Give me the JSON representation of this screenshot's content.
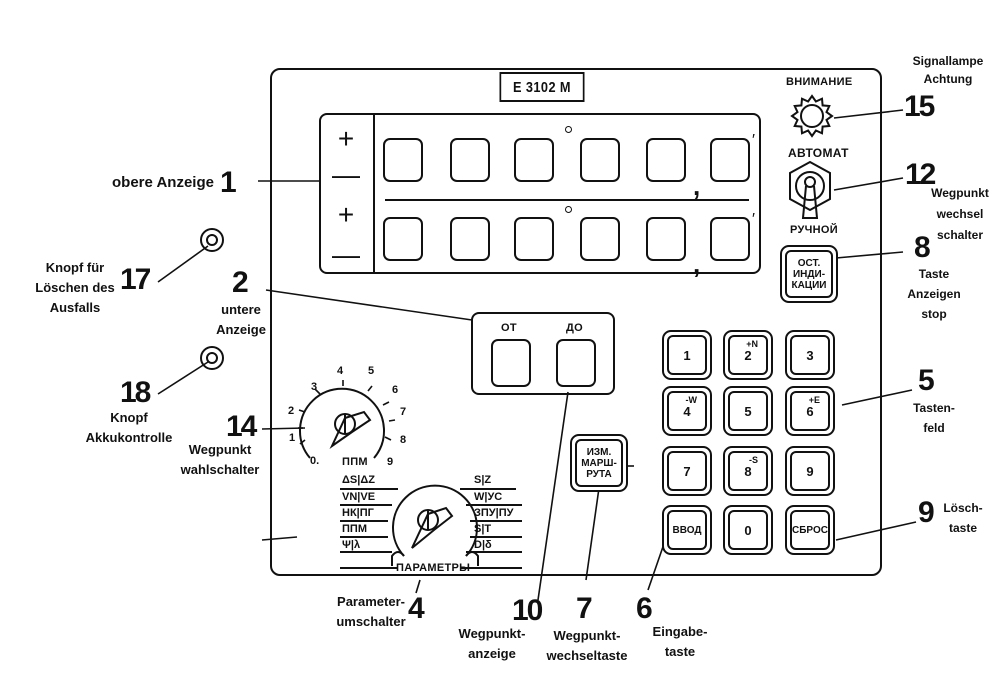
{
  "panel": {
    "model_plate": "E 3102 M",
    "upper_display": {
      "signs": [
        "+",
        "—"
      ],
      "digit_count": 6,
      "degree_mark": "°",
      "comma": ",",
      "minute_mark": "′"
    },
    "lower_display": {
      "signs": [
        "+",
        "—"
      ],
      "digit_count": 6,
      "degree_mark": "°",
      "comma": ",",
      "minute_mark": "′"
    },
    "warning_lamp_label": "ВНИМАНИЕ",
    "toggle_top_label": "АВТОМАТ",
    "toggle_bottom_label": "РУЧНОЙ",
    "stop_indication_button": [
      "ОСТ.",
      "ИНДИ-",
      "КАЦИИ"
    ],
    "waypoint_display": {
      "from_label": "ОТ",
      "to_label": "ДО"
    },
    "route_change_button": [
      "ИЗМ.",
      "МАРШ-",
      "РУТА"
    ],
    "waypoint_selector": {
      "ticks": [
        "0.",
        "1",
        "2",
        "3",
        "4",
        "5",
        "6",
        "7",
        "8",
        "9"
      ],
      "label": "ППМ"
    },
    "parameter_switch": {
      "label": "ПАРАМЕТРЫ",
      "left_positions": [
        "ΔS|ΔZ",
        "VN|VE",
        "НК|ПГ",
        "ППМ",
        "Ψ|λ"
      ],
      "right_positions": [
        "S|Z",
        "W|УС",
        "ЗПУ|ПУ",
        "S|T",
        "D|δ"
      ]
    },
    "keypad": {
      "keys": [
        {
          "label": "1",
          "sup": ""
        },
        {
          "label": "2",
          "sup": "+N"
        },
        {
          "label": "3",
          "sup": ""
        },
        {
          "label": "4",
          "sup": "-W"
        },
        {
          "label": "5",
          "sup": ""
        },
        {
          "label": "6",
          "sup": "+E"
        },
        {
          "label": "7",
          "sup": ""
        },
        {
          "label": "8",
          "sup": "-S"
        },
        {
          "label": "9",
          "sup": ""
        },
        {
          "label": "ВВОД",
          "sup": ""
        },
        {
          "label": "0",
          "sup": ""
        },
        {
          "label": "СБРОС",
          "sup": ""
        }
      ]
    }
  },
  "callouts": [
    {
      "number": "1",
      "text": "obere Anzeige"
    },
    {
      "number": "2",
      "text": "untere Anzeige"
    },
    {
      "number": "4",
      "text": "Parameter-umschalter"
    },
    {
      "number": "5",
      "text": "Tasten-feld"
    },
    {
      "number": "6",
      "text": "Eingabe-taste"
    },
    {
      "number": "7",
      "text": "Wegpunkt-wechseltaste"
    },
    {
      "number": "8",
      "text": "Taste Anzeigen stop"
    },
    {
      "number": "9",
      "text": "Lösch-taste"
    },
    {
      "number": "10",
      "text": "Wegpunkt-anzeige"
    },
    {
      "number": "12",
      "text": "Wegpunkt wechsel schalter"
    },
    {
      "number": "14",
      "text": "Wegpunkt wahlschalter"
    },
    {
      "number": "15",
      "text": "Signallampe Achtung"
    },
    {
      "number": "17",
      "text": "Knopf für Löschen des Ausfalls"
    },
    {
      "number": "18",
      "text": "Knopf Akkukontrolle"
    }
  ],
  "callout_lines": {
    "c1": [
      "obere Anzeige"
    ],
    "c2": [
      "untere",
      "Anzeige"
    ],
    "c4": [
      "Parameter-",
      "umschalter"
    ],
    "c5": [
      "Tasten-",
      "feld"
    ],
    "c6": [
      "Eingabe-",
      "taste"
    ],
    "c7": [
      "Wegpunkt-",
      "wechseltaste"
    ],
    "c8": [
      "Taste",
      "Anzeigen",
      "stop"
    ],
    "c9": [
      "Lösch-",
      "taste"
    ],
    "c10": [
      "Wegpunkt-",
      "anzeige"
    ],
    "c12": [
      "Wegpunkt",
      "wechsel",
      "schalter"
    ],
    "c14": [
      "Wegpunkt",
      "wahlschalter"
    ],
    "c15": [
      "Signallampe",
      "Achtung"
    ],
    "c17": [
      "Knopf für",
      "Löschen des",
      "Ausfalls"
    ],
    "c18": [
      "Knopf",
      "Akkukontrolle"
    ]
  }
}
